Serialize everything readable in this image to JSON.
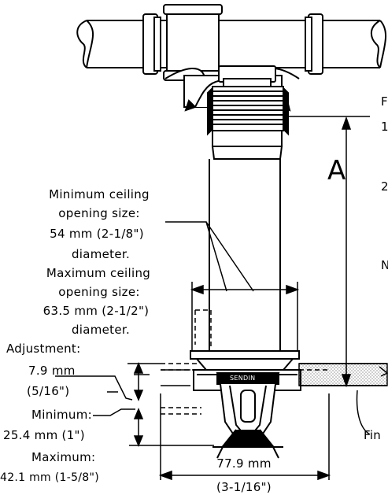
{
  "callouts": {
    "ceiling_opening": {
      "min_line1": "Minimum ceiling",
      "min_line2": "opening size:",
      "min_line3": "54 mm (2-1/8\")",
      "min_line4": "diameter.",
      "max_line1": "Maximum ceiling",
      "max_line2": "opening size:",
      "max_line3": "63.5 mm (2-1/2\")",
      "max_line4": "diameter."
    },
    "adjustment": {
      "title": "Adjustment:",
      "metric": "7.9 mm",
      "imperial": "(5/16\")"
    },
    "minimum": {
      "label": "Minimum:",
      "value": "25.4 mm (1\")"
    },
    "maximum": {
      "label": "Maximum:",
      "value": "42.1 mm (1-5/8\")"
    },
    "width_dimension": {
      "metric": "77.9 mm",
      "imperial": "(3-1/16\")"
    },
    "dimension_a": "A",
    "brand": "SENDIN",
    "cut_off_right": {
      "c1": "F",
      "c2": "1",
      "c3": "2",
      "c4": "N",
      "c5": "Fin"
    }
  }
}
